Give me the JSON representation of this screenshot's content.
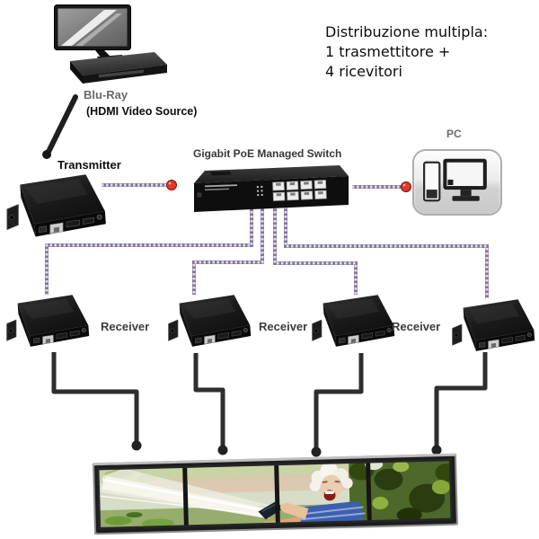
{
  "note": {
    "line1": "Distribuzione multipla:",
    "line2": "1 trasmettitore +",
    "line3": "4 ricevitori"
  },
  "source": {
    "label": "Blu-Ray",
    "sublabel": "(HDMI Video Source)"
  },
  "transmitter": {
    "label": "Transmitter"
  },
  "switch": {
    "label": "Gigabit PoE Managed Switch"
  },
  "pc": {
    "label": "PC"
  },
  "receivers": [
    {
      "label": "Receiver"
    },
    {
      "label": "Receiver"
    },
    {
      "label": "Receiver"
    },
    {
      "label": ""
    }
  ],
  "colors": {
    "utp_dark": "#857698",
    "utp_light": "#e4dcef",
    "connector_red": "#e0382b",
    "hdmi_black": "#2e2e2e",
    "label_gray": "#6a6a6a",
    "label_dark": "#3c3c3c",
    "text_black": "#0d0d0d"
  }
}
